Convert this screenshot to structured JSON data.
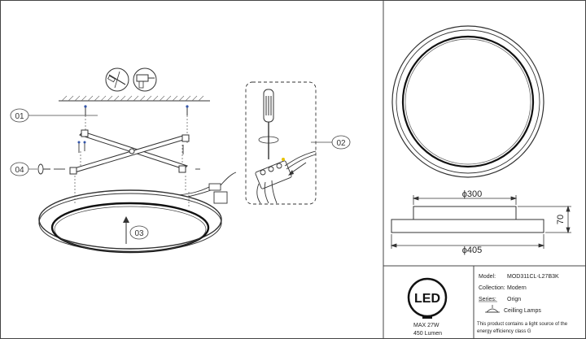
{
  "callouts": {
    "c01": "01",
    "c02": "02",
    "c03": "03",
    "c04": "04"
  },
  "dimensions": {
    "inner_diameter": "ϕ300",
    "outer_diameter": "ϕ405",
    "height": "70"
  },
  "info": {
    "model_label": "Model:",
    "model_value": "MOD311CL-L27B3K",
    "collection_label": "Collection:",
    "collection_value": "Modern",
    "series_label": "Series:",
    "series_value": "Orign",
    "category_value": "Ceilling Lamps",
    "energy_note_line1": "This product contains a light source of the",
    "energy_note_line2": "energy efficiency class G"
  },
  "led": {
    "logo_text": "LED",
    "max_power": "MAX 27W",
    "lumen": "450 Lumen"
  },
  "icons": {
    "ceiling_lamp": "ceiling-lamp-icon",
    "screwdriver": "screwdriver-icon",
    "drill": "drill-icon",
    "led_logo": "led-bulb-icon"
  }
}
